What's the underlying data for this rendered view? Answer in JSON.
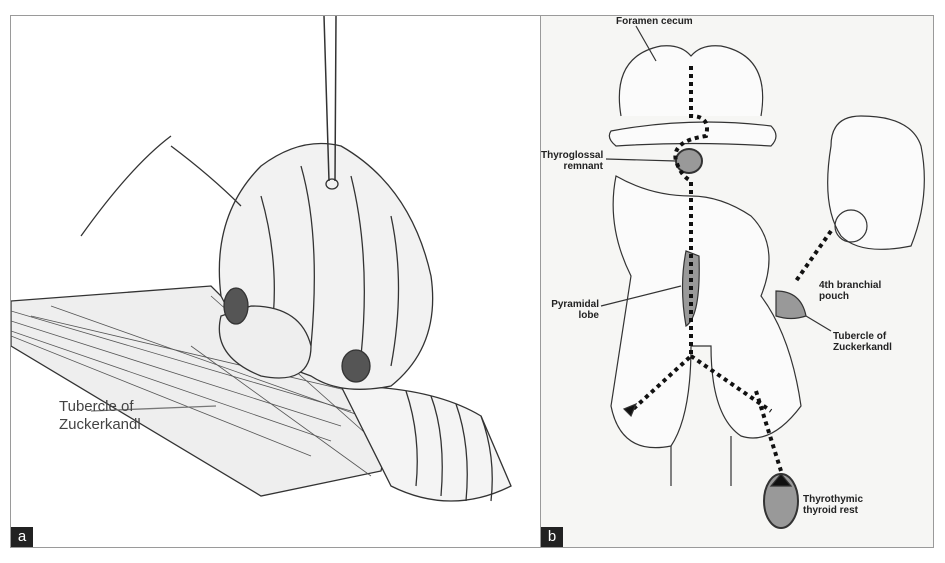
{
  "panel_a": {
    "letter": "a",
    "label_line1": "Tubercle of",
    "label_line2": "Zuckerkandl"
  },
  "panel_b": {
    "letter": "b",
    "foramen_cecum": "Foramen cecum",
    "thyroglossal_line1": "Thyroglossal",
    "thyroglossal_line2": "remnant",
    "pyramidal_line1": "Pyramidal",
    "pyramidal_line2": "lobe",
    "branchial_line1": "4th branchial",
    "branchial_line2": "pouch",
    "tubercle_line1": "Tubercle of",
    "tubercle_line2": "Zuckerkandl",
    "thyrothymic_line1": "Thyrothymic",
    "thyrothymic_line2": "thyroid rest"
  }
}
